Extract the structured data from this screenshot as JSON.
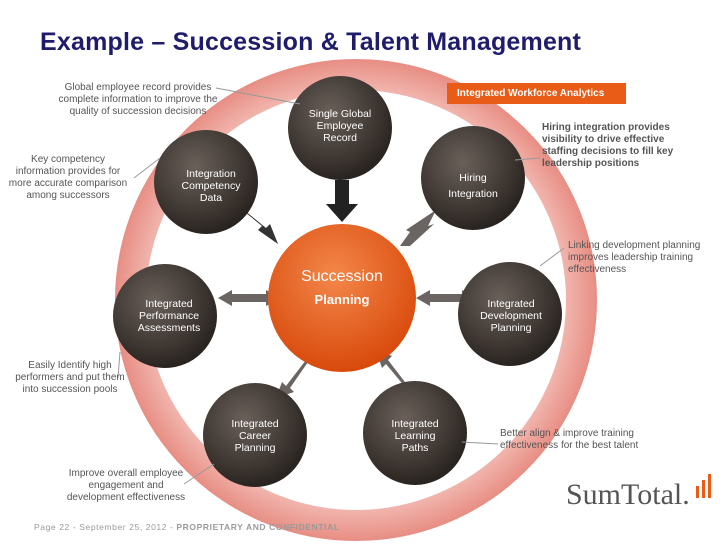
{
  "title": "Example –  Succession & Talent Management",
  "analytics_badge": "Integrated Workforce Analytics",
  "center": {
    "title": "Succession",
    "subtitle": "Planning"
  },
  "nodes": {
    "global_record": [
      "Single Global",
      "Employee",
      "Record"
    ],
    "hiring": [
      "Hiring",
      "Integration"
    ],
    "competency": [
      "Integration",
      "Competency",
      "Data"
    ],
    "performance": [
      "Integrated",
      "Performance",
      "Assessments"
    ],
    "development": [
      "Integrated",
      "Development",
      "Planning"
    ],
    "career": [
      "Integrated",
      "Career",
      "Planning"
    ],
    "learning": [
      "Integrated",
      "Learning",
      "Paths"
    ]
  },
  "notes": {
    "global_record": [
      "Global employee record provides",
      "complete information to improve the",
      "quality of succession decisions"
    ],
    "competency": [
      "Key competency",
      "information provides for",
      "more accurate comparison",
      "among successors"
    ],
    "hiring": [
      "Hiring integration provides",
      "visibility to drive effective",
      "staffing decisions to fill key",
      "leadership positions"
    ],
    "development": [
      "Linking development planning",
      "improves leadership training",
      "effectiveness"
    ],
    "performance": [
      "Easily Identify high",
      "performers and put them",
      "into succession pools"
    ],
    "learning": [
      "Better align & improve training",
      "effectiveness for the best talent"
    ],
    "engagement": [
      "Improve overall employee",
      "engagement and",
      "development effectiveness"
    ]
  },
  "footer": {
    "page": "Page 22 - September 25, 2012 - ",
    "confidential": "PROPRIETARY AND CONFIDENTIAL"
  },
  "logo": "SumTotal.",
  "colors": {
    "title": "#1f1d6b",
    "ring": "#f2b8b0",
    "node_dark": "#3a332f",
    "center": "#e85c17",
    "badge": "#e85c17"
  }
}
